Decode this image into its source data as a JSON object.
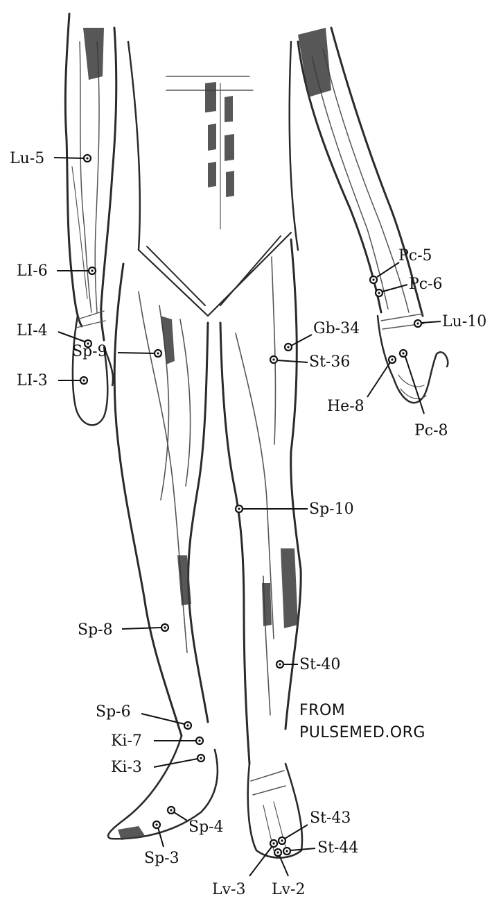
{
  "watermark": {
    "line1": "FROM",
    "line2": "PULSEMED.ORG"
  },
  "points": [
    {
      "id": "lu5",
      "label": "Lu-5"
    },
    {
      "id": "li6",
      "label": "LI-6"
    },
    {
      "id": "li4",
      "label": "LI-4"
    },
    {
      "id": "li3",
      "label": "LI-3"
    },
    {
      "id": "pc5",
      "label": "Pc-5"
    },
    {
      "id": "pc6",
      "label": "Pc-6"
    },
    {
      "id": "lu10",
      "label": "Lu-10"
    },
    {
      "id": "he8",
      "label": "He-8"
    },
    {
      "id": "pc8",
      "label": "Pc-8"
    },
    {
      "id": "sp10",
      "label": "Sp-10"
    },
    {
      "id": "gb34",
      "label": "Gb-34"
    },
    {
      "id": "st36",
      "label": "St-36"
    },
    {
      "id": "sp9",
      "label": "Sp-9"
    },
    {
      "id": "sp8",
      "label": "Sp-8"
    },
    {
      "id": "st40",
      "label": "St-40"
    },
    {
      "id": "sp6",
      "label": "Sp-6"
    },
    {
      "id": "ki7",
      "label": "Ki-7"
    },
    {
      "id": "ki3",
      "label": "Ki-3"
    },
    {
      "id": "sp4",
      "label": "Sp-4"
    },
    {
      "id": "sp3",
      "label": "Sp-3"
    },
    {
      "id": "st43",
      "label": "St-43"
    },
    {
      "id": "st44",
      "label": "St-44"
    },
    {
      "id": "lv3",
      "label": "Lv-3"
    },
    {
      "id": "lv2",
      "label": "Lv-2"
    }
  ]
}
